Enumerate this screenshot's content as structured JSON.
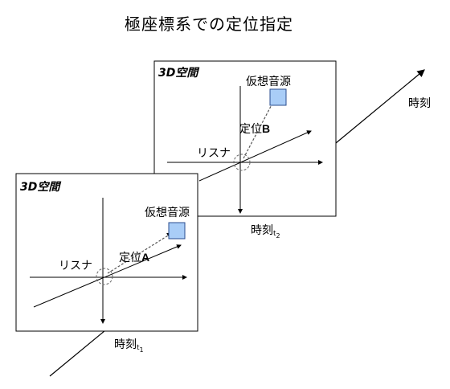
{
  "title": "極座標系での定位指定",
  "time_axis_label": "時刻",
  "frames": {
    "t1": {
      "space_label": "3D空間",
      "listener_label": "リスナ",
      "source_label": "仮想音源",
      "position_prefix": "定位",
      "position_letter": "A",
      "time_label": "時刻",
      "time_sub": "t1"
    },
    "t2": {
      "space_label": "3D空間",
      "listener_label": "リスナ",
      "source_label": "仮想音源",
      "position_prefix": "定位",
      "position_letter": "B",
      "time_label": "時刻",
      "time_sub": "t2"
    }
  },
  "colors": {
    "source_fill": "#a9cdf7",
    "source_stroke": "#2a4d8f",
    "line": "#000000",
    "dashed": "#555555"
  }
}
